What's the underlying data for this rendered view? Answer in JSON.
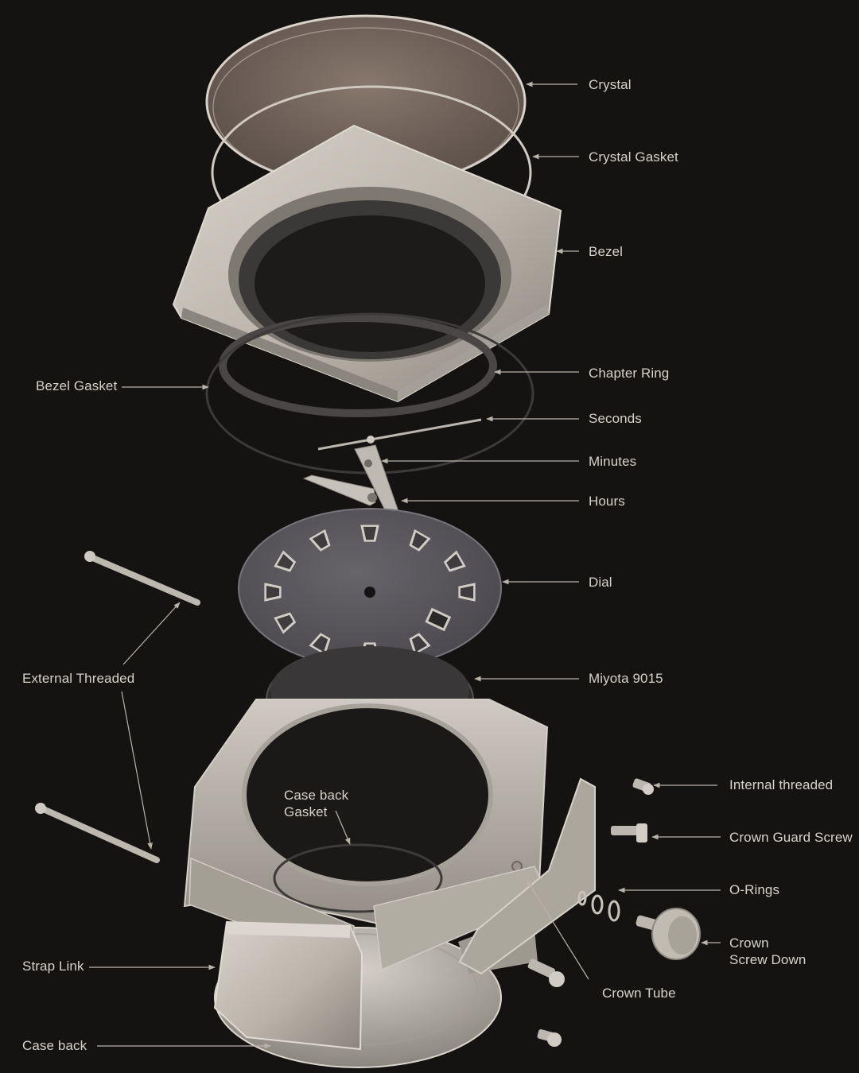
{
  "colors": {
    "background": "#151212",
    "label_text": "#d7d2ca",
    "leader_line": "#b9b3aa",
    "metal_light": "#cfcac0",
    "metal_mid": "#aaa59b",
    "metal_dark": "#77736b",
    "dial": "#59565b",
    "movement": "#2d2b2c",
    "crystal_tint": "#8e7a6d"
  },
  "labels": {
    "crystal": "Crystal",
    "crystal_gasket": "Crystal Gasket",
    "bezel": "Bezel",
    "bezel_gasket": "Bezel Gasket",
    "chapter_ring": "Chapter Ring",
    "seconds": "Seconds",
    "minutes": "Minutes",
    "hours": "Hours",
    "dial": "Dial",
    "external_threaded": "External Threaded",
    "miyota": "Miyota 9015",
    "internal_threaded": "Internal threaded",
    "case_back_gasket_1": "Case back",
    "case_back_gasket_2": "Gasket",
    "crown_guard_screw": "Crown Guard Screw",
    "o_rings": "O-Rings",
    "crown_1": "Crown",
    "crown_2": "Screw Down",
    "strap_link": "Strap Link",
    "crown_tube": "Crown Tube",
    "case_back": "Case back"
  }
}
